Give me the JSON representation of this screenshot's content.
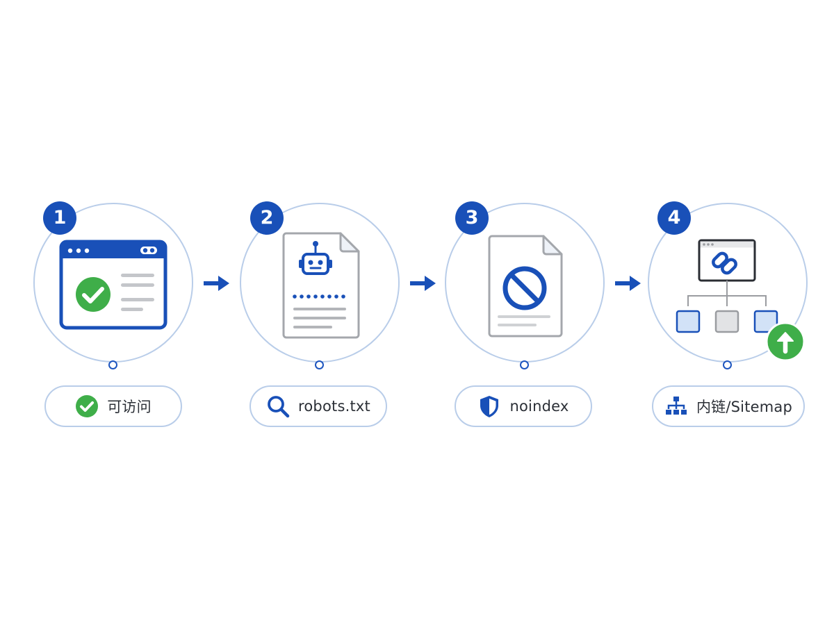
{
  "colors": {
    "primary": "#1950b8",
    "ring": "#b9cde9",
    "check_green": "#3fae49",
    "gray": "#bdbfc3",
    "text": "#2b2f36"
  },
  "steps": [
    {
      "number": "1",
      "label": "可访问",
      "icon": "check-circle-icon",
      "illustration": "browser-window-check"
    },
    {
      "number": "2",
      "label": "robots.txt",
      "icon": "search-icon",
      "illustration": "document-robot"
    },
    {
      "number": "3",
      "label": "noindex",
      "icon": "shield-icon",
      "illustration": "document-blocked"
    },
    {
      "number": "4",
      "label": "内链/Sitemap",
      "icon": "sitemap-icon",
      "illustration": "link-tree-upload"
    }
  ],
  "arrows": [
    "arrow-right-icon",
    "arrow-right-icon",
    "arrow-right-icon"
  ]
}
